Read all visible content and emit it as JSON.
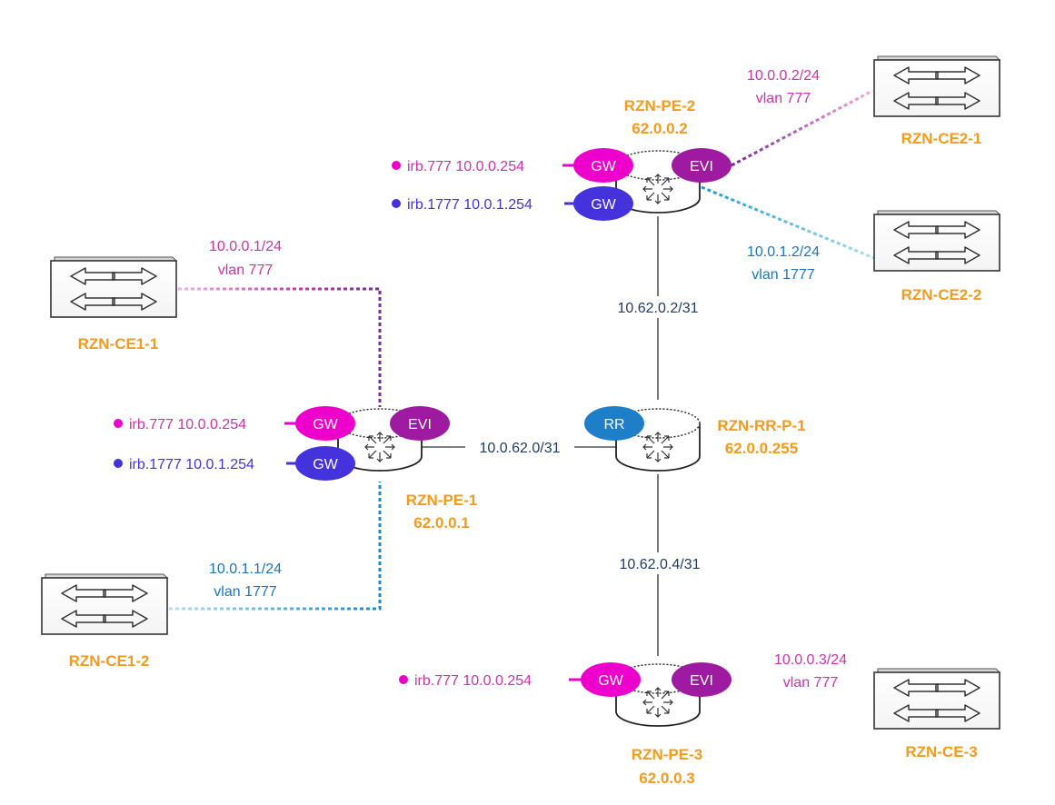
{
  "colors": {
    "magenta": "#ee00cc",
    "magenta_text": "#cc33aa",
    "blue_dark": "#4433dd",
    "cyan": "#22a6dd",
    "cyan_text": "#1a76c0",
    "evi": "#9e1aa0",
    "rr": "#1e7ec8",
    "orange": "#f59a1a",
    "navy_text": "#1f3d66",
    "purple_line": "#7a2a9a",
    "router_stroke": "#222222"
  },
  "routers": {
    "pe2": {
      "name": "RZN-PE-2",
      "ip": "62.0.0.2"
    },
    "pe1": {
      "name": "RZN-PE-1",
      "ip": "62.0.0.1"
    },
    "pe3": {
      "name": "RZN-PE-3",
      "ip": "62.0.0.3"
    },
    "rr": {
      "name": "RZN-RR-P-1",
      "ip": "62.0.0.255"
    }
  },
  "switches": {
    "ce1_1": "RZN-CE1-1",
    "ce1_2": "RZN-CE1-2",
    "ce2_1": "RZN-CE2-1",
    "ce2_2": "RZN-CE2-2",
    "ce3": "RZN-CE-3"
  },
  "badges": {
    "gw": "GW",
    "evi": "EVI",
    "rr": "RR"
  },
  "irb": {
    "pe2_777": "irb.777 10.0.0.254",
    "pe2_1777": "irb.1777 10.0.1.254",
    "pe1_777": "irb.777 10.0.0.254",
    "pe1_1777": "irb.1777 10.0.1.254",
    "pe3_777": "irb.777 10.0.0.254"
  },
  "links": {
    "ce2_1": {
      "ip": "10.0.0.2/24",
      "vlan": "vlan 777"
    },
    "ce2_2": {
      "ip": "10.0.1.2/24",
      "vlan": "vlan 1777"
    },
    "ce1_1": {
      "ip": "10.0.0.1/24",
      "vlan": "vlan 777"
    },
    "ce1_2": {
      "ip": "10.0.1.1/24",
      "vlan": "vlan 1777"
    },
    "ce3": {
      "ip": "10.0.0.3/24",
      "vlan": "vlan 777"
    },
    "pe2_rr": "10.62.0.2/31",
    "pe1_rr": "10.0.62.0/31",
    "rr_pe3": "10.62.0.4/31"
  }
}
